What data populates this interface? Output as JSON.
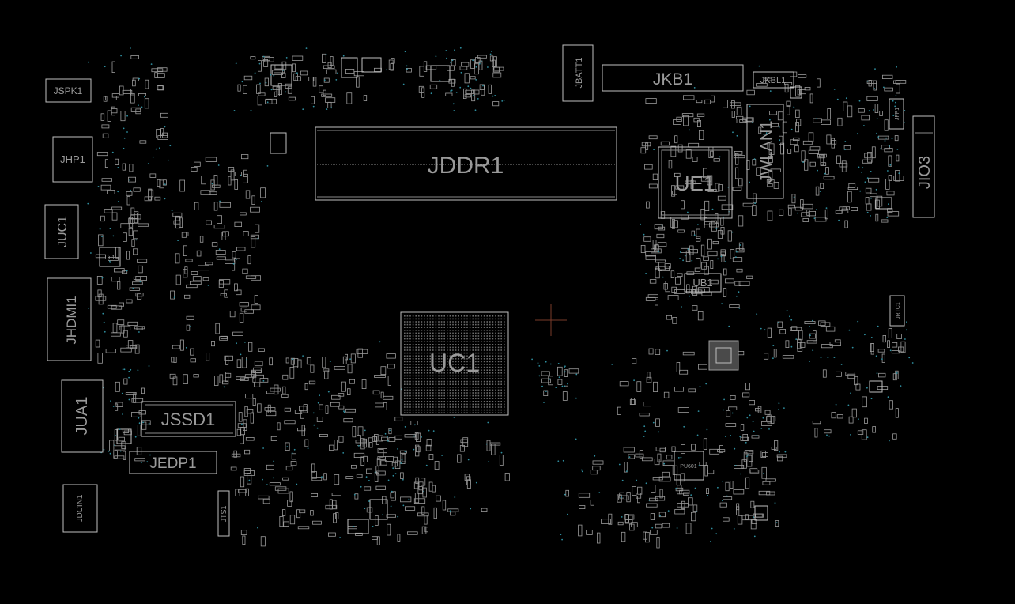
{
  "components": {
    "jspk1": "JSPK1",
    "jhp1": "JHP1",
    "juc1": "JUC1",
    "uu1": "Uu1",
    "jhdmi1": "JHDMI1",
    "jua1": "JUA1",
    "jssd1": "JSSD1",
    "jedp1": "JEDP1",
    "jdcin1": "JDCIN1",
    "jts1": "JTS1",
    "jddr1": "JDDR1",
    "uc1": "UC1",
    "jbatt1": "JBATT1",
    "jkb1": "JKB1",
    "jkbl1": "JKBL1",
    "jwlan1": "JWLAN1",
    "ue1": "UE1",
    "ub1": "UB1",
    "jfp1": "JFP1",
    "jio3": "JIO3",
    "jrtc1": "JRTC1",
    "pu601": "PU601"
  },
  "colors": {
    "background": "#000000",
    "outline": "#bfbfbf",
    "label": "#9a9a9a",
    "via": "#2f8fa0"
  }
}
